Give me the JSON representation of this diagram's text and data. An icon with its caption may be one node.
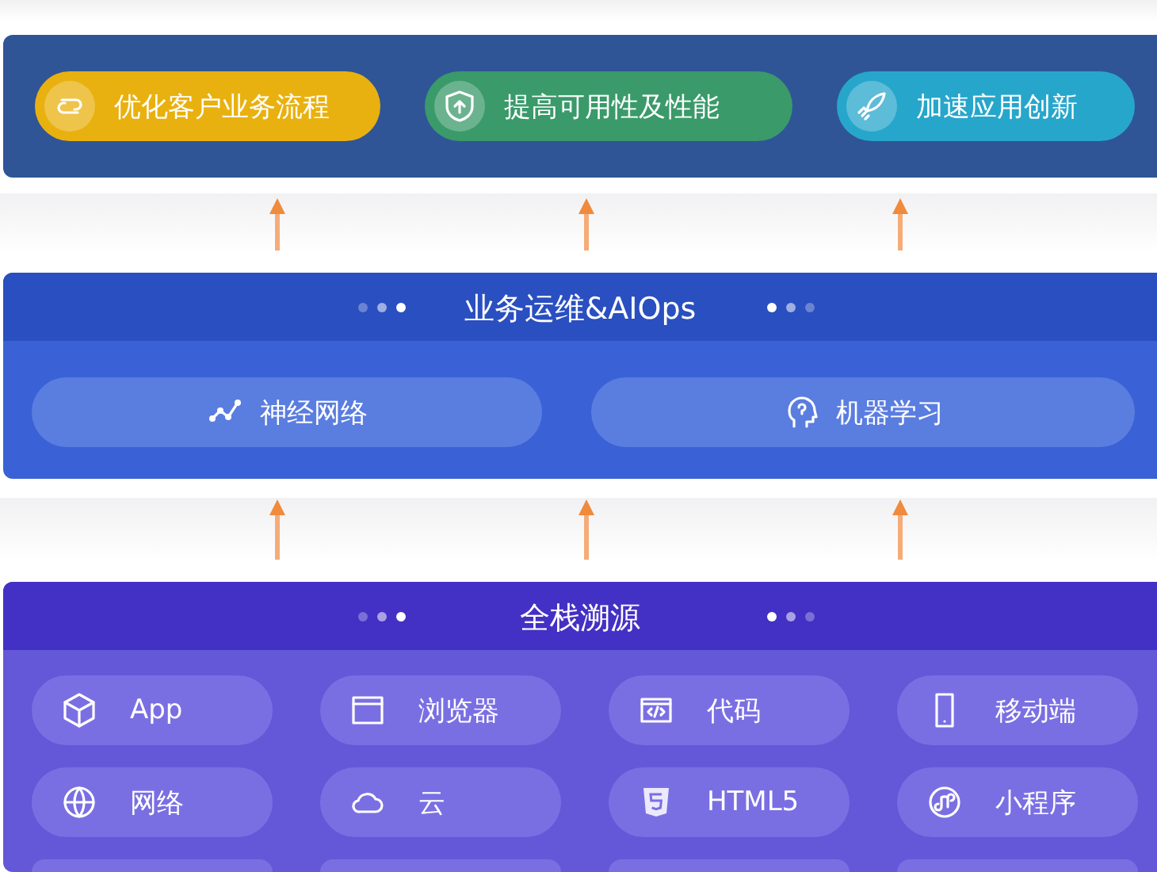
{
  "diagram": {
    "nodes": [
      {
        "text": [],
        "shape": "box"
      },
      {
        "text": [
          "优化客户业务流程"
        ],
        "in": 0
      },
      {
        "text": [
          "提高可用性及性能"
        ],
        "in": 0
      },
      {
        "text": [
          "加速应用创新"
        ],
        "in": 0
      },
      {
        "text": [
          "业务运维&AIOps"
        ]
      },
      {
        "text": [
          "神经网络"
        ],
        "in": 4
      },
      {
        "text": [
          "机器学习"
        ],
        "in": 4
      },
      {
        "text": [
          "全栈溯源"
        ]
      },
      {
        "text": [
          "App"
        ],
        "in": 7
      },
      {
        "text": [
          "浏览器"
        ],
        "in": 7
      },
      {
        "text": [
          "代码"
        ],
        "in": 7
      },
      {
        "text": [
          "移动端"
        ],
        "in": 7
      },
      {
        "text": [
          "网络"
        ],
        "in": 7
      },
      {
        "text": [
          "云"
        ],
        "in": 7
      },
      {
        "text": [
          "HTML5"
        ],
        "in": 7
      },
      {
        "text": [
          "小程序"
        ],
        "in": 7
      },
      {
        "text": [],
        "shape": "box",
        "in": 7
      },
      {
        "text": [],
        "shape": "box",
        "in": 7
      },
      {
        "text": [],
        "shape": "box",
        "in": 7
      },
      {
        "text": [],
        "shape": "box",
        "in": 7
      }
    ],
    "edges": [
      {
        "from": 4,
        "to": 0,
        "arrow": "to"
      },
      {
        "from": 4,
        "to": 0,
        "arrow": "to"
      },
      {
        "from": 4,
        "to": 0,
        "arrow": "to"
      },
      {
        "from": 7,
        "to": 4,
        "arrow": "to"
      },
      {
        "from": 7,
        "to": 4,
        "arrow": "to"
      },
      {
        "from": 7,
        "to": 4,
        "arrow": "to"
      }
    ]
  }
}
